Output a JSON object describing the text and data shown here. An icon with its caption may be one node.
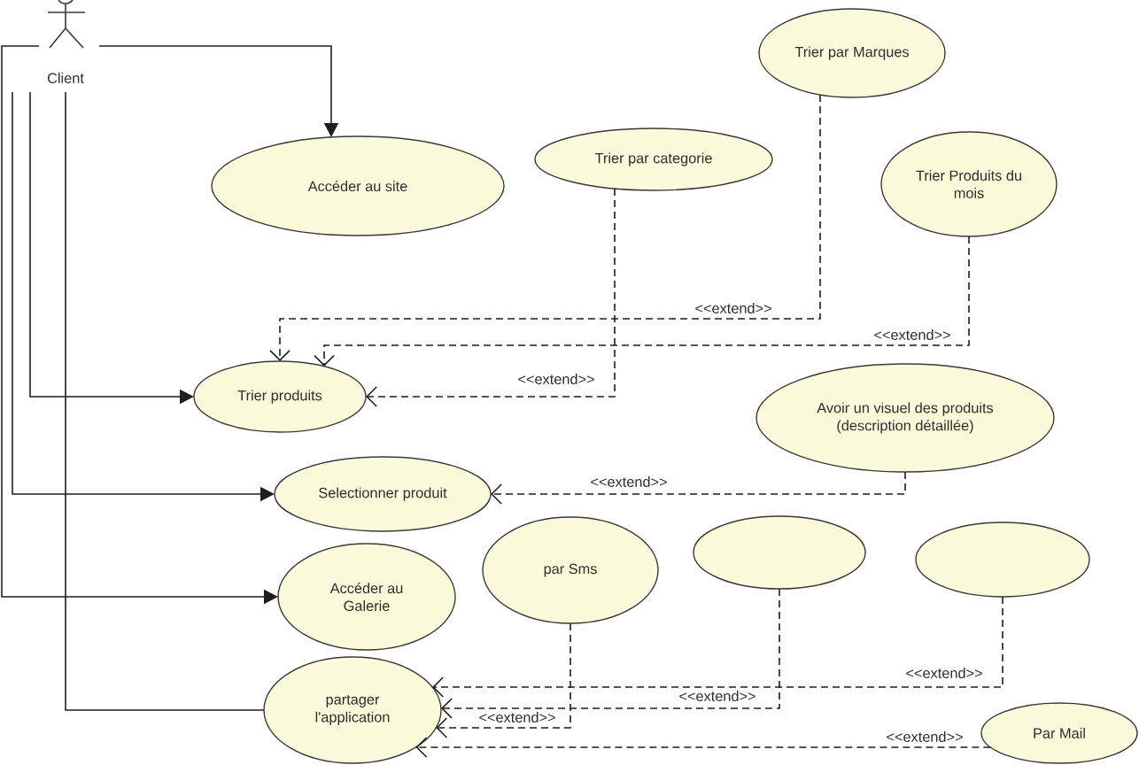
{
  "diagram": {
    "nodes": [
      {
        "text": [
          "Client"
        ]
      },
      {
        "text": [
          "Trier par Marques"
        ]
      },
      {
        "text": [
          "Accéder au site"
        ]
      },
      {
        "text": [
          "Trier par categorie"
        ]
      },
      {
        "text": [
          "Trier Produits du mois"
        ]
      },
      {
        "text": [
          "Trier produits"
        ]
      },
      {
        "text": [
          "Avoir un visuel des produits (description détaillée)"
        ]
      },
      {
        "text": [
          "Selectionner produit"
        ]
      },
      {
        "text": [
          "Accéder au Galerie"
        ]
      },
      {
        "text": [
          "par Sms"
        ]
      },
      {
        "text": [],
        "shape": "ellipse"
      },
      {
        "text": [],
        "shape": "ellipse"
      },
      {
        "text": [
          "partager l'application"
        ]
      },
      {
        "text": [
          "Par Mail"
        ]
      }
    ],
    "edges": [
      {
        "from": 0,
        "to": 2,
        "arrow": "to"
      },
      {
        "from": 0,
        "to": 5,
        "arrow": "to"
      },
      {
        "from": 0,
        "to": 7,
        "arrow": "to"
      },
      {
        "from": 0,
        "to": 8,
        "arrow": "to"
      },
      {
        "from": 0,
        "to": 12,
        "arrow": "none"
      },
      {
        "from": 1,
        "to": 5,
        "arrow": "to",
        "label": "<<extend>>",
        "style": "dashed"
      },
      {
        "from": 4,
        "to": 5,
        "arrow": "to",
        "label": "<<extend>>",
        "style": "dashed"
      },
      {
        "from": 3,
        "to": 5,
        "arrow": "to",
        "label": "<<extend>>",
        "style": "dashed"
      },
      {
        "from": 6,
        "to": 7,
        "arrow": "to",
        "label": "<<extend>>",
        "style": "dashed"
      },
      {
        "from": 11,
        "to": 12,
        "arrow": "to",
        "label": "<<extend>>",
        "style": "dashed"
      },
      {
        "from": 10,
        "to": 12,
        "arrow": "to",
        "label": "<<extend>>",
        "style": "dashed"
      },
      {
        "from": 9,
        "to": 12,
        "arrow": "to",
        "label": "<<extend>>",
        "style": "dashed"
      },
      {
        "from": 13,
        "to": 12,
        "arrow": "to",
        "label": "<<extend>>",
        "style": "dashed"
      }
    ]
  }
}
